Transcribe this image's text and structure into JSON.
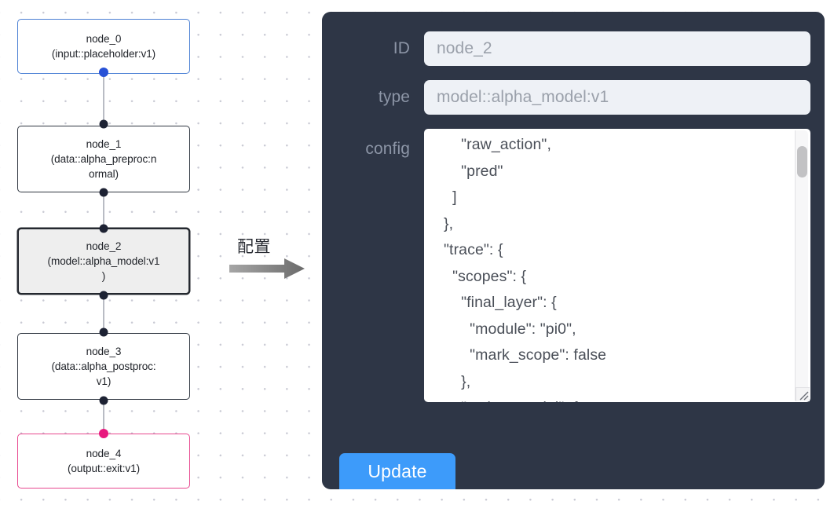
{
  "canvas": {
    "background_color": "#ffffff",
    "grid_dot_color": "#c9cad4"
  },
  "graph": {
    "nodes": [
      {
        "id": "node_0",
        "label": "node_0\n(input::placeholder:v1)",
        "kind": "input",
        "border_color": "#4a7fd4",
        "selected": false
      },
      {
        "id": "node_1",
        "label": "node_1\n(data::alpha_preproc:n\normal)",
        "kind": "data",
        "border_color": "#2f3640",
        "selected": false
      },
      {
        "id": "node_2",
        "label": "node_2\n(model::alpha_model:v1\n)",
        "kind": "model",
        "border_color": "#24282f",
        "selected": true
      },
      {
        "id": "node_3",
        "label": "node_3\n(data::alpha_postproc:\nv1)",
        "kind": "data",
        "border_color": "#2f3640",
        "selected": false
      },
      {
        "id": "node_4",
        "label": "node_4\n(output::exit:v1)",
        "kind": "output",
        "border_color": "#e8488f",
        "selected": false
      }
    ],
    "port_colors": {
      "default": "#1d2233",
      "input": "#2851d6",
      "output": "#e8197e"
    },
    "edge_color": "#b9bcc4"
  },
  "transition": {
    "label": "配置",
    "arrow_color": "#808080",
    "icon": "arrow-right-icon"
  },
  "inspector": {
    "background_color": "#2e3646",
    "fields": [
      {
        "label": "ID",
        "value": "node_2"
      },
      {
        "label": "type",
        "value": "model::alpha_model:v1"
      }
    ],
    "config": {
      "label": "config",
      "value": "      \"raw_action\",\n      \"pred\"\n    ]\n  },\n  \"trace\": {\n    \"scopes\": {\n      \"final_layer\": {\n        \"module\": \"pi0\",\n        \"mark_scope\": false\n      },\n      \"action_model\": {"
    },
    "update_button": {
      "label": "Update",
      "color": "#3d9bfa"
    }
  }
}
